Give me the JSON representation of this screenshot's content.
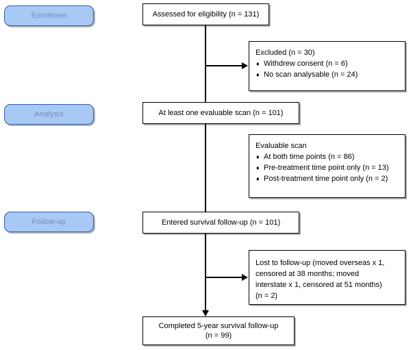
{
  "diagram": {
    "title": "CONSORT-style participant flow diagram",
    "colors": {
      "pill_fill": "#a8c8f6",
      "pill_border": "#2e5fa3",
      "pill_text": "#6f8cba",
      "box_fill": "#ffffff",
      "box_border": "#000000",
      "connector": "#000000"
    },
    "stage_labels": [
      {
        "id": "enrolment",
        "label": "Enrolment"
      },
      {
        "id": "analysis",
        "label": "Analysis"
      },
      {
        "id": "followup",
        "label": "Follow-up"
      }
    ],
    "main_boxes": [
      {
        "id": "assessed",
        "text": "Assessed for eligibility (n = 131)"
      },
      {
        "id": "evaluable-scan",
        "text": "At least one evaluable scan (n = 101)"
      },
      {
        "id": "entered-followup",
        "text": "Entered survival follow-up (n = 101)"
      },
      {
        "id": "completed",
        "line1": "Completed 5-year survival follow-up",
        "line2": "(n = 99)"
      }
    ],
    "side_boxes": [
      {
        "id": "excluded",
        "title": "Excluded (n = 30)",
        "bullet_glyph": "♦",
        "bullets": [
          "Withdrew consent (n = 6)",
          "No scan analysable (n = 24)"
        ]
      },
      {
        "id": "evaluable-detail",
        "title": "Evaluable scan",
        "bullet_glyph": "♦",
        "bullets": [
          "At both time points (n = 86)",
          "Pre-treatment time point only (n = 13)",
          "Post-treatment time point only (n = 2)"
        ]
      },
      {
        "id": "lost-followup",
        "lines": [
          "Lost to follow-up (moved overseas x 1,",
          "censored at 38 months; moved",
          "interstate x 1, censored at 51 months)",
          "(n = 2)"
        ]
      }
    ]
  }
}
